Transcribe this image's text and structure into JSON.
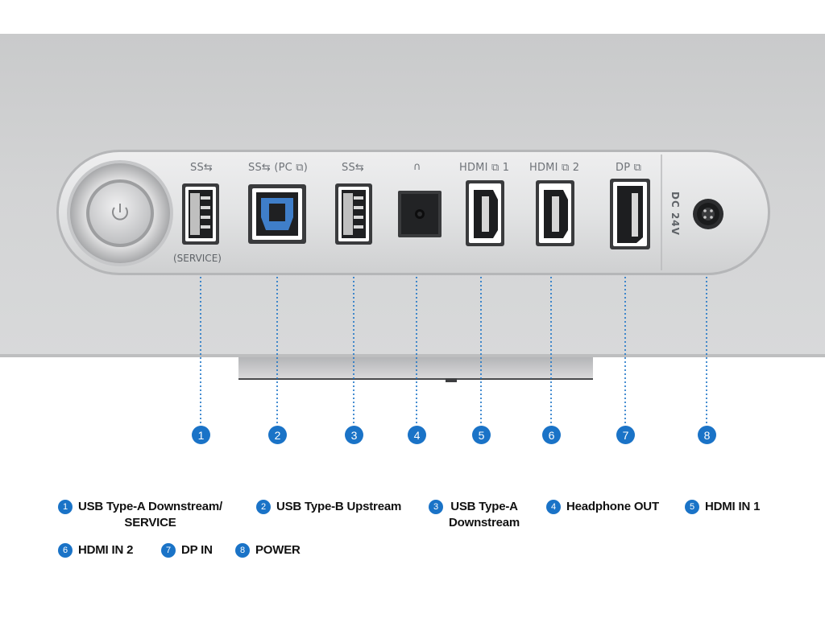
{
  "accent_color": "#1a73c7",
  "port_labels": {
    "usb_a_1": "SS⇆",
    "usb_b": "SS⇆ (PC ⧉)",
    "usb_a_2": "SS⇆",
    "headphone": "∩",
    "hdmi_1": "HDMI ⧉ 1",
    "hdmi_2": "HDMI ⧉ 2",
    "dp": "DP ⧉",
    "service": "(SERVICE)",
    "dc": "DC 24V"
  },
  "callouts": [
    "1",
    "2",
    "3",
    "4",
    "5",
    "6",
    "7",
    "8"
  ],
  "legend": [
    {
      "num": "1",
      "text": "USB Type-A Downstream/",
      "text2": "SERVICE"
    },
    {
      "num": "2",
      "text": "USB Type-B Upstream",
      "text2": ""
    },
    {
      "num": "3",
      "text": "USB Type-A",
      "text2": "Downstream"
    },
    {
      "num": "4",
      "text": "Headphone OUT",
      "text2": ""
    },
    {
      "num": "5",
      "text": "HDMI IN 1",
      "text2": ""
    },
    {
      "num": "6",
      "text": "HDMI IN 2",
      "text2": ""
    },
    {
      "num": "7",
      "text": "DP IN",
      "text2": ""
    },
    {
      "num": "8",
      "text": "POWER",
      "text2": ""
    }
  ]
}
